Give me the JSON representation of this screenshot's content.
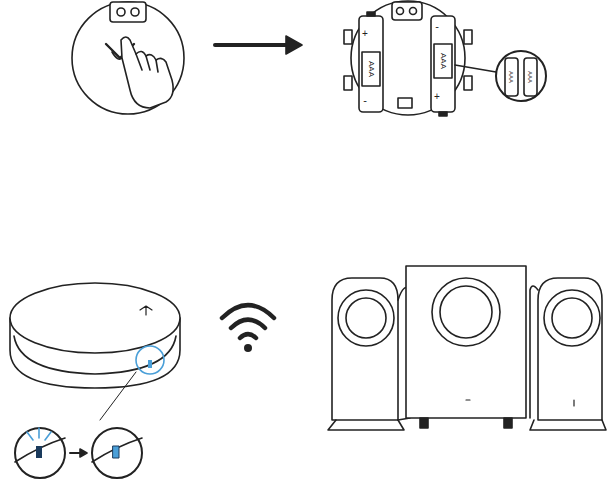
{
  "diagram": {
    "labels": [
      "+",
      "-",
      "AAA",
      "-",
      "+",
      "AAA",
      "AAA",
      "AAA"
    ]
  }
}
